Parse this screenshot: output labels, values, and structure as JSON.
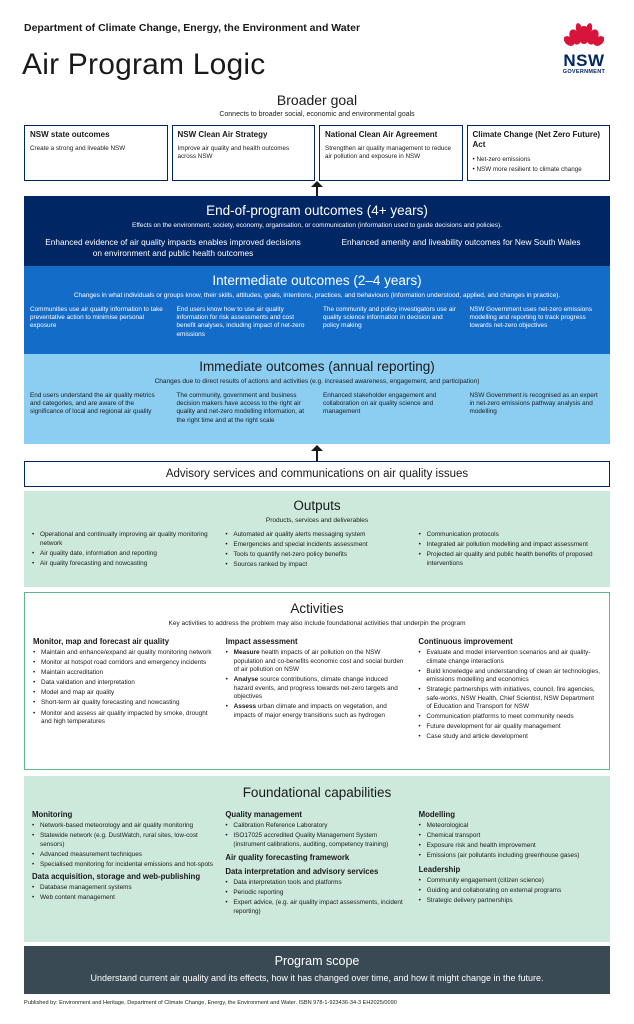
{
  "header": {
    "department": "Department of Climate Change, Energy, the Environment and Water",
    "title": "Air Program Logic",
    "logo_text": "NSW",
    "logo_sub": "GOVERNMENT"
  },
  "broader_goal": {
    "title": "Broader goal",
    "subtitle": "Connects to broader social, economic and environmental goals",
    "boxes": [
      {
        "title": "NSW state outcomes",
        "text": "Create a strong and liveable NSW"
      },
      {
        "title": "NSW Clean Air Strategy",
        "text": "Improve air quality and health outcomes across NSW"
      },
      {
        "title": "National Clean Air Agreement",
        "text": "Strengthen air quality management to reduce air pollution and exposure in NSW"
      },
      {
        "title": "Climate Change (Net Zero Future) Act",
        "bullets": [
          "Net-zero emissions",
          "NSW more resilient to climate change"
        ]
      }
    ]
  },
  "end_of_program": {
    "title": "End-of-program outcomes (4+ years)",
    "subtitle": "Effects on the environment, society, economy, organisation, or communication (information used to guide decisions and policies).",
    "items": [
      "Enhanced evidence of air quality impacts enables improved decisions on environment and public health outcomes",
      "Enhanced amenity and liveability outcomes for New South Wales"
    ]
  },
  "intermediate": {
    "title": "Intermediate outcomes (2–4 years)",
    "subtitle": "Changes in what individuals or groups know, their skills, attitudes, goals, intentions, practices, and behaviours (information understood, applied, and changes in practice).",
    "items": [
      "Communities use air quality information to take preventative action to minimise personal exposure",
      "End users know how to use air quality information for risk assessments and cost benefit analyses, including impact of net-zero emissions",
      "The community and policy investigators use air quality science information in decision and policy making",
      "NSW Government uses net-zero emissions modelling and reporting to track progress towards net-zero objectives"
    ]
  },
  "immediate": {
    "title": "Immediate outcomes (annual reporting)",
    "subtitle": "Changes due to direct results of actions and activities (e.g. increased awareness, engagement, and participation)",
    "items": [
      "End users understand the air quality metrics and categories, and are aware of the significance of local and regional air quality",
      "The community, government and business decision makers have access to the right air quality and net-zero modelling information, at the right time and at the right scale",
      "Enhanced stakeholder engagement and collaboration on air quality science and management",
      "NSW Government is recognised as an expert in net-zero emissions pathway analysis and modelling"
    ]
  },
  "advisory": {
    "title": "Advisory services and communications on air quality issues"
  },
  "outputs": {
    "title": "Outputs",
    "subtitle": "Products, services and deliverables",
    "columns": [
      [
        "Operational and continually improving air quality monitoring network",
        "Air quality date, information and reporting",
        "Air quality forecasting and nowcasting"
      ],
      [
        "Automated air quality alerts messaging system",
        "Emergencies and special incidents assessment",
        "Tools to quantify net-zero policy benefits",
        "Sources ranked by impact"
      ],
      [
        "Communication protocols",
        "Integrated air pollution modelling and impact assessment",
        "Projected air quality and public health benefits of proposed interventions"
      ]
    ]
  },
  "activities": {
    "title": "Activities",
    "subtitle": "Key activities to address the problem may also include foundational activities that underpin the program",
    "col1": {
      "heading": "Monitor, map and forecast air quality",
      "bullets": [
        "Maintain and enhance/expand air quality monitoring network",
        "Monitor at hotspot road corridors and emergency incidents",
        "Maintain accreditation",
        "Data validation and interpretation",
        "Model and map air quality",
        "Short-term air quality forecasting and nowcasting",
        "Monitor and assess air quality impacted by smoke, drought and high temperatures"
      ]
    },
    "col2": {
      "heading": "Impact assessment",
      "bullets": [
        {
          "bold": "Measure",
          "text": " health impacts of air pollution on the NSW population and co-benefits economic cost and social burden of air pollution on NSW"
        },
        {
          "bold": "Analyse",
          "text": " source contributions, climate change induced hazard events, and progress towards net-zero targets and objectives"
        },
        {
          "bold": "Assess",
          "text": " urban climate and impacts on vegetation, and impacts of major energy transitions such as hydrogen"
        }
      ]
    },
    "col3": {
      "heading": "Continuous improvement",
      "bullets": [
        "Evaluate and model intervention scenarios and air quality-climate change interactions",
        "Build knowledge and understanding of clean air technologies, emissions modelling and economics",
        "Strategic partnerships with initiatives, council, fire agencies, safe-works, NSW Health, Chief Scientist, NSW Department of Education and Transport for NSW",
        "Communication platforms to meet community needs",
        "Future development for air quality management",
        "Case study and article development"
      ]
    }
  },
  "foundational": {
    "title": "Foundational capabilities",
    "monitoring": {
      "heading": "Monitoring",
      "bullets": [
        "Network-based meteorology and air quality monitoring",
        "Statewide network (e.g. DustWatch, rural sites, low-cost sensors)",
        "Advanced measurement techniques",
        "Specialised monitoring for incidental emissions and hot-spots"
      ]
    },
    "data_acq": {
      "heading": "Data acquisition, storage and web-publishing",
      "bullets": [
        "Database management systems",
        "Web content management"
      ]
    },
    "quality": {
      "heading": "Quality management",
      "bullets": [
        "Calibration Reference Laboratory",
        "ISO17025 accredited Quality Management System (instrument calibrations, auditing, competency training)"
      ]
    },
    "forecast": {
      "heading": "Air quality forecasting framework"
    },
    "data_interp": {
      "heading": "Data interpretation and advisory services",
      "bullets": [
        "Data interpretation tools and platforms",
        "Periodic reporting",
        "Expert advice, (e.g. air quality impact assessments, incident reporting)"
      ]
    },
    "modelling": {
      "heading": "Modelling",
      "bullets": [
        "Meteorological",
        "Chemical transport",
        "Exposure risk and health improvement",
        "Emissions (air pollutants including greenhouse gases)"
      ]
    },
    "leadership": {
      "heading": "Leadership",
      "bullets": [
        "Community engagement (citizen science)",
        "Guiding and collaborating on external programs",
        "Strategic delivery partnerships"
      ]
    }
  },
  "scope": {
    "title": "Program scope",
    "text": "Understand current air quality and its effects, how it has changed over time, and how it might change in the future."
  },
  "footer": {
    "text": "Published by: Environment and Heritage, Department of Climate Change, Energy, the Environment and Water. ISBN 978-1-923436-34-3 EH2025/0090"
  },
  "colors": {
    "navy": "#002664",
    "mid_blue": "#146cc9",
    "light_blue": "#8ccdf2",
    "light_green": "#cde9dc",
    "green_border": "#5fb88a",
    "slate": "#394a54",
    "logo_red": "#d7153a"
  }
}
